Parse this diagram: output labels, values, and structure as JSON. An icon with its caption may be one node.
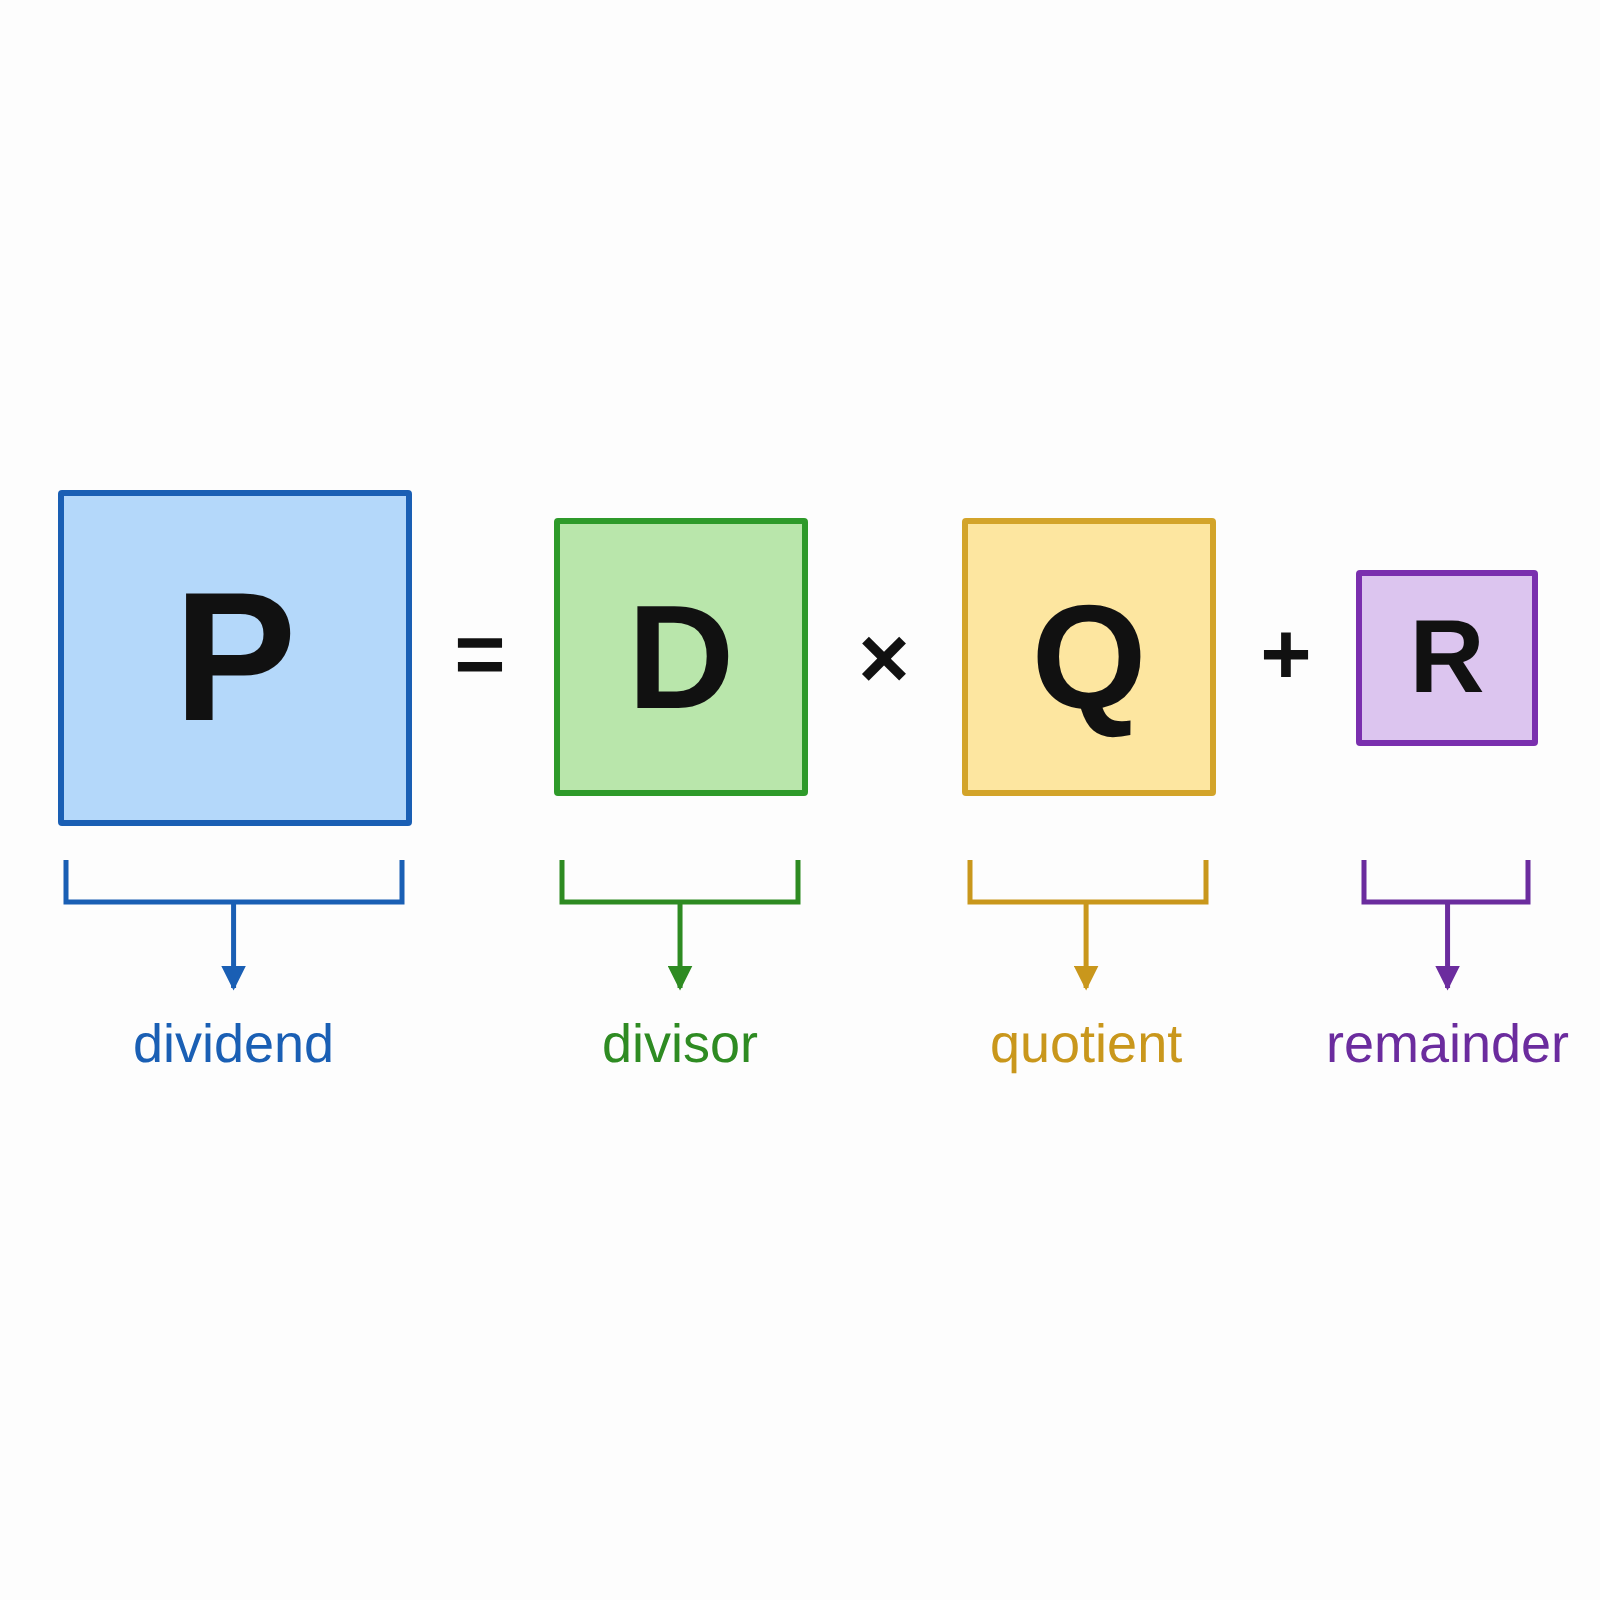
{
  "diagram": {
    "nodes": [
      {
        "text": [
          "P"
        ]
      },
      {
        "text": [
          "D"
        ]
      },
      {
        "text": [
          "Q"
        ]
      },
      {
        "text": [
          "R"
        ]
      },
      {
        "text": [
          "dividend"
        ]
      },
      {
        "text": [
          "divisor"
        ]
      },
      {
        "text": [
          "quotient"
        ]
      },
      {
        "text": [
          "remainder"
        ]
      }
    ],
    "edges": [
      {
        "from": 0,
        "to": 4,
        "arrow": "to",
        "color": "#1a5fb4"
      },
      {
        "from": 1,
        "to": 5,
        "arrow": "to",
        "color": "#2e8b22"
      },
      {
        "from": 2,
        "to": 6,
        "arrow": "to",
        "color": "#c9971c"
      },
      {
        "from": 3,
        "to": 7,
        "arrow": "to",
        "color": "#6b2c9e"
      }
    ],
    "labels": [
      "=",
      "×",
      "+"
    ]
  }
}
